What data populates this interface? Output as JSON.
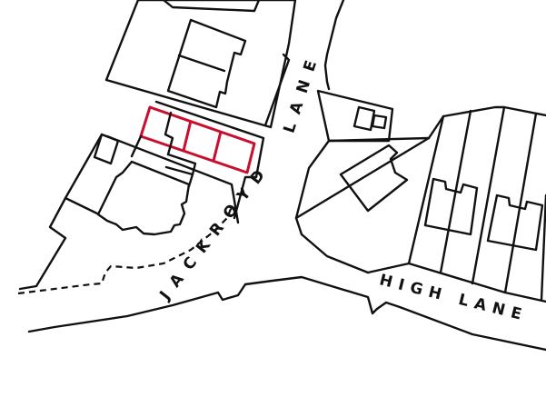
{
  "map": {
    "type": "site plan",
    "colors": {
      "linework": "#111111",
      "highlight_outline": "#c8102e",
      "background": "#ffffff"
    },
    "labels": {
      "jackroyd": "JACKROYD",
      "lane_vertical": "LANE",
      "high_lane": "HIGH LANE"
    },
    "highlighted_site": {
      "description": "red-outlined plot",
      "outline_color": "#c8102e"
    }
  }
}
